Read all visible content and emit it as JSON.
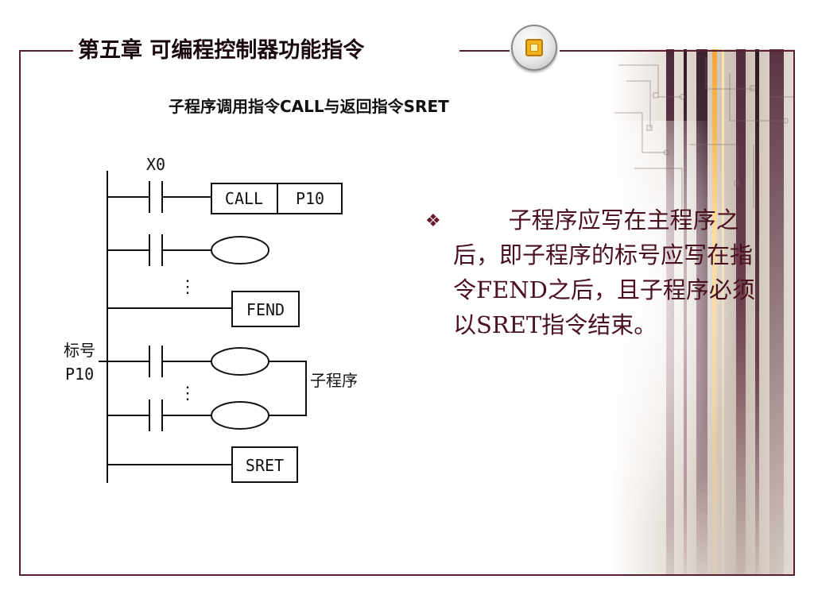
{
  "header": {
    "chapter_title": "第五章  可编程控制器功能指令"
  },
  "section": {
    "title": "子程序调用指令CALL与返回指令SRET"
  },
  "diagram": {
    "contact_label": "X0",
    "call_instruction": "CALL",
    "call_operand": "P10",
    "fend_instruction": "FEND",
    "label_caption": "标号",
    "label_value": "P10",
    "subroutine_caption": "子程序",
    "sret_instruction": "SRET",
    "ellipsis": "⋮"
  },
  "bullet": {
    "symbol": "❖",
    "text": "子程序应写在主程序之后，即子程序的标号应写在指令FEND之后，且子程序必须以SRET指令结束。"
  },
  "colors": {
    "frame": "#5a1f2e",
    "text_accent": "#4a1020",
    "button_accent": "#f0b21f"
  },
  "icons": {
    "header_button": "square-button-icon",
    "bullet": "diamond-bullet-icon"
  }
}
